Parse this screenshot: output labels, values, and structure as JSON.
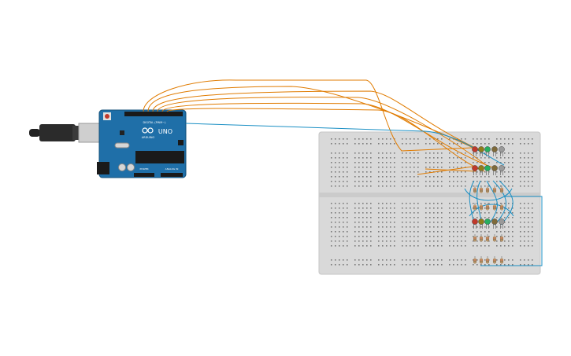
{
  "board": {
    "logo_text": "UNO",
    "brand_text": "ARDUINO",
    "header_label": "DIGITAL (PWM~)",
    "power_label": "POWER",
    "analog_label": "ANALOG IN",
    "color": "#1f6fa8"
  },
  "breadboard": {
    "color": "#d9d9d9"
  },
  "wires": {
    "signal_color": "#e07b00",
    "ground_color": "#1a8fc4"
  },
  "leds": [
    {
      "row": "top",
      "colors": [
        "#c0392b",
        "#8e7d1a",
        "#27ae60",
        "#7f6a3a",
        "#9a9a9a"
      ]
    },
    {
      "row": "middle",
      "colors": [
        "#c0392b",
        "#8e7d1a",
        "#27ae60",
        "#7f6a3a",
        "#9a9a9a"
      ]
    },
    {
      "row": "bottom",
      "colors": [
        "#c0392b",
        "#8e7d1a",
        "#27ae60",
        "#7f6a3a",
        "#9a9a9a"
      ]
    }
  ]
}
